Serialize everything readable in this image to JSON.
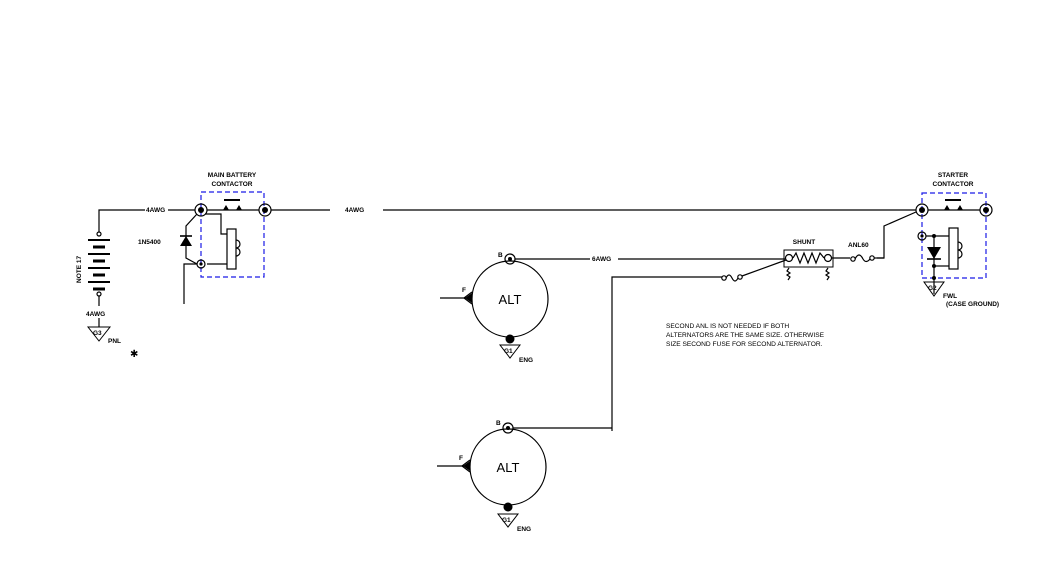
{
  "diagram": {
    "type": "electrical-schematic",
    "colors": {
      "wire": "#000000",
      "contactor_box": "#1a1ae6",
      "background": "#ffffff"
    },
    "battery": {
      "note_label": "NOTE 17",
      "top_wire": "4AWG",
      "bottom_wire": "4AWG",
      "ground_tag": "G3",
      "ground_label": "PNL"
    },
    "main_contactor": {
      "title_line1": "MAIN BATTERY",
      "title_line2": "CONTACTOR",
      "diode_label": "1N5400"
    },
    "main_cable_label": "4AWG",
    "starter_contactor": {
      "title_line1": "STARTER",
      "title_line2": "CONTACTOR",
      "ground_tag": "G2",
      "ground_label": "FWL",
      "ground_note": "(CASE GROUND)"
    },
    "shunt": {
      "label": "SHUNT"
    },
    "fuse": {
      "label": "ANL60"
    },
    "alternators": [
      {
        "name": "ALT",
        "b_terminal": "B",
        "f_terminal": "F",
        "ground_tag": "G1",
        "ground_label": "ENG",
        "output_wire": "6AWG"
      },
      {
        "name": "ALT",
        "b_terminal": "B",
        "f_terminal": "F",
        "ground_tag": "G1",
        "ground_label": "ENG"
      }
    ],
    "note_lines": [
      "SECOND ANL IS NOT NEEDED IF BOTH",
      "ALTERNATORS ARE THE SAME SIZE.  OTHERWISE",
      "SIZE SECOND FUSE FOR SECOND ALTERNATOR."
    ],
    "marker": "✱"
  }
}
